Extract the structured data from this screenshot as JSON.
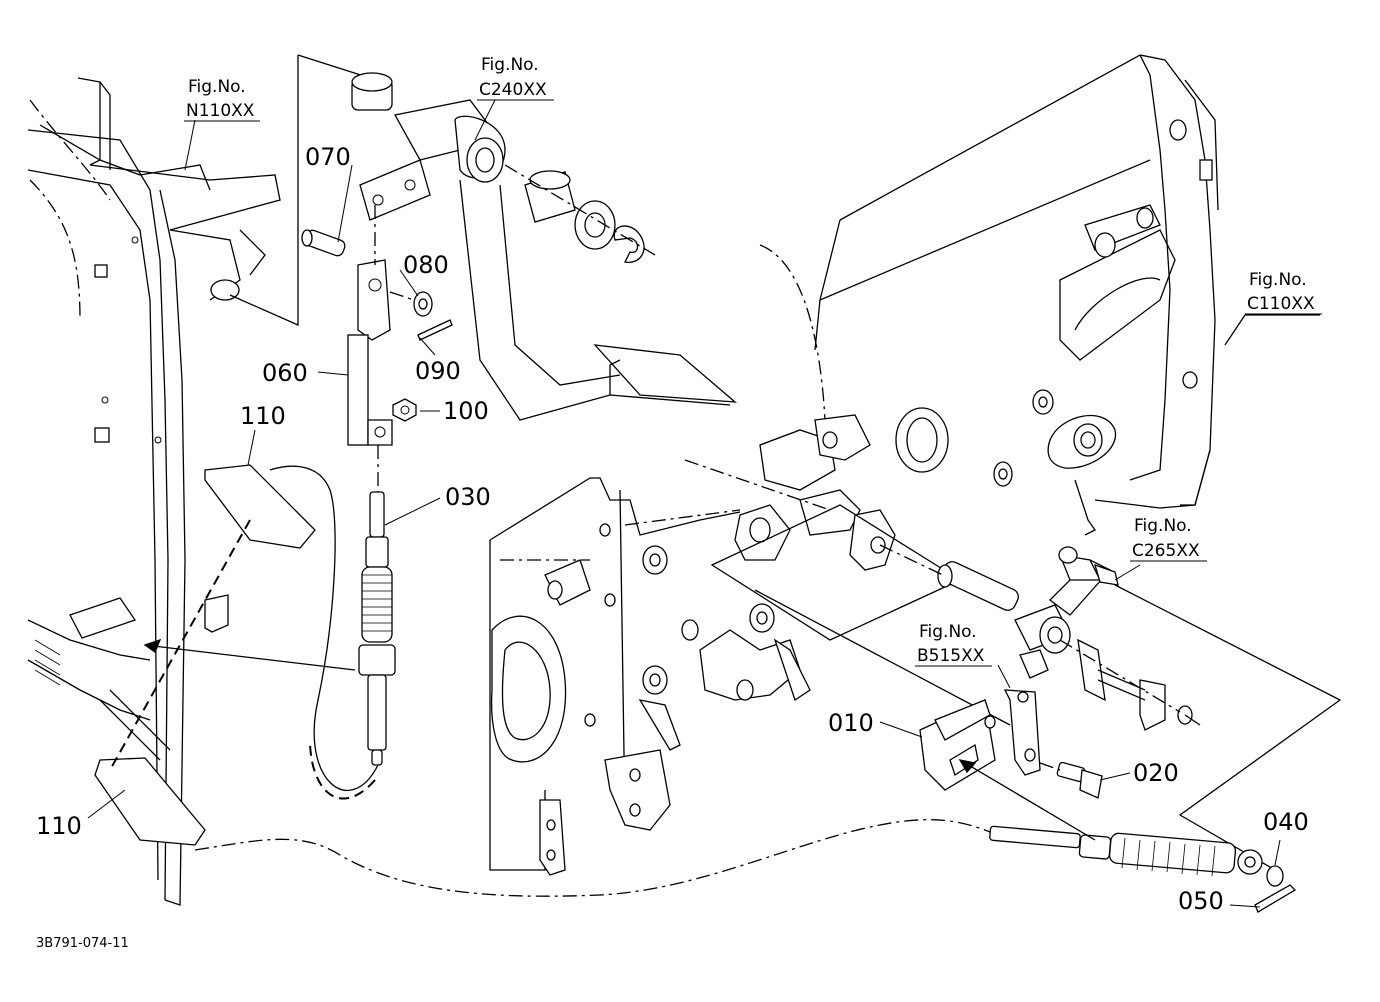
{
  "figure_refs": {
    "n110": {
      "label": "Fig.No.",
      "code": "N110XX"
    },
    "c240": {
      "label": "Fig.No.",
      "code": "C240XX"
    },
    "c110": {
      "label": "Fig.No.",
      "code": "C110XX"
    },
    "c265": {
      "label": "Fig.No.",
      "code": "C265XX"
    },
    "b515": {
      "label": "Fig.No.",
      "code": "B515XX"
    }
  },
  "parts": {
    "p010": "010",
    "p020": "020",
    "p030": "030",
    "p040": "040",
    "p050": "050",
    "p060": "060",
    "p070": "070",
    "p080": "080",
    "p090": "090",
    "p100": "100",
    "p110a": "110",
    "p110b": "110"
  },
  "drawing_code": "3B791-074-11"
}
